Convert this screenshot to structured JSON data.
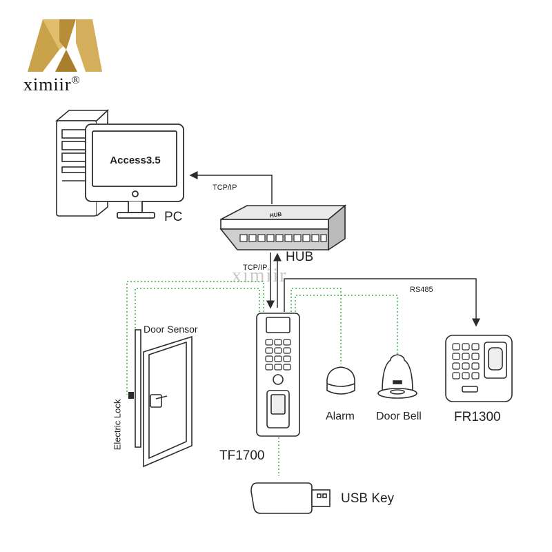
{
  "logo": {
    "brand": "ximiir",
    "registered": "®",
    "gold": "#c9a24a"
  },
  "watermark": "ximiir",
  "screen_text": "Access3.5",
  "hub_text": "HUB",
  "labels": {
    "pc": "PC",
    "hub": "HUB",
    "tcpip_top": "TCP/IP",
    "tcpip_bottom": "TCP/IP",
    "rs485": "RS485",
    "door_sensor": "Door Sensor",
    "electric_lock": "Electric Lock",
    "terminal": "TF1700",
    "alarm": "Alarm",
    "door_bell": "Door Bell",
    "reader": "FR1300",
    "usb_key": "USB Key"
  },
  "colors": {
    "line": "#2b2b2b",
    "dotted": "#3cb043"
  }
}
